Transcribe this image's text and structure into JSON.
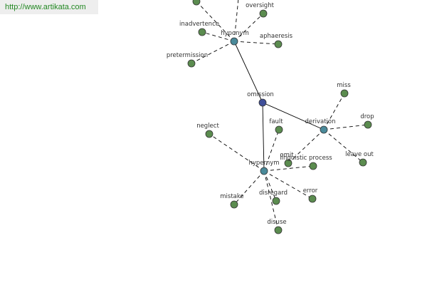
{
  "url": "http://www.artikata.com",
  "colors": {
    "background": "#ffffff",
    "url_bar_bg": "#eeeeee",
    "url_text": "#228822",
    "node_leaf": "#5b8c4f",
    "node_relation": "#4a8a9a",
    "node_center": "#3f4f99",
    "edge": "#000000"
  },
  "graph": {
    "center": "omission",
    "relations": [
      "hyponym",
      "derivation",
      "hypernym"
    ],
    "nodes": [
      {
        "id": "omission",
        "label": "omission",
        "kind": "center"
      },
      {
        "id": "hyponym",
        "label": "hyponym",
        "kind": "relation"
      },
      {
        "id": "derivation",
        "label": "derivation",
        "kind": "relation"
      },
      {
        "id": "hypernym",
        "label": "hypernym",
        "kind": "relation"
      },
      {
        "id": "oversight",
        "label": "oversight",
        "kind": "leaf"
      },
      {
        "id": "inadvertence",
        "label": "inadvertence",
        "kind": "leaf"
      },
      {
        "id": "aphaeresis",
        "label": "aphaeresis",
        "kind": "leaf"
      },
      {
        "id": "pretermission",
        "label": "pretermission",
        "kind": "leaf"
      },
      {
        "id": "offscreen-1",
        "label": "",
        "kind": "leaf"
      },
      {
        "id": "offscreen-2",
        "label": "",
        "kind": "leaf"
      },
      {
        "id": "miss",
        "label": "miss",
        "kind": "leaf"
      },
      {
        "id": "drop",
        "label": "drop",
        "kind": "leaf"
      },
      {
        "id": "leave-out",
        "label": "leave out",
        "kind": "leaf"
      },
      {
        "id": "omit",
        "label": "omit",
        "kind": "leaf"
      },
      {
        "id": "neglect",
        "label": "neglect",
        "kind": "leaf"
      },
      {
        "id": "fault",
        "label": "fault",
        "kind": "leaf"
      },
      {
        "id": "linguistic-process",
        "label": "linguistic process",
        "kind": "leaf"
      },
      {
        "id": "mistake",
        "label": "mistake",
        "kind": "leaf"
      },
      {
        "id": "disregard",
        "label": "disregard",
        "kind": "leaf"
      },
      {
        "id": "error",
        "label": "error",
        "kind": "leaf"
      },
      {
        "id": "disuse",
        "label": "disuse",
        "kind": "leaf"
      }
    ],
    "edges": [
      {
        "from": "omission",
        "to": "hyponym",
        "style": "solid"
      },
      {
        "from": "omission",
        "to": "derivation",
        "style": "solid"
      },
      {
        "from": "omission",
        "to": "hypernym",
        "style": "solid"
      },
      {
        "from": "hyponym",
        "to": "oversight",
        "style": "dashed"
      },
      {
        "from": "hyponym",
        "to": "inadvertence",
        "style": "dashed"
      },
      {
        "from": "hyponym",
        "to": "aphaeresis",
        "style": "dashed"
      },
      {
        "from": "hyponym",
        "to": "pretermission",
        "style": "dashed"
      },
      {
        "from": "hyponym",
        "to": "offscreen-1",
        "style": "dashed"
      },
      {
        "from": "hyponym",
        "to": "offscreen-2",
        "style": "dashed"
      },
      {
        "from": "derivation",
        "to": "miss",
        "style": "dashed"
      },
      {
        "from": "derivation",
        "to": "drop",
        "style": "dashed"
      },
      {
        "from": "derivation",
        "to": "leave-out",
        "style": "dashed"
      },
      {
        "from": "derivation",
        "to": "omit",
        "style": "dashed"
      },
      {
        "from": "hypernym",
        "to": "neglect",
        "style": "dashed"
      },
      {
        "from": "hypernym",
        "to": "fault",
        "style": "dashed"
      },
      {
        "from": "hypernym",
        "to": "linguistic-process",
        "style": "dashed"
      },
      {
        "from": "hypernym",
        "to": "mistake",
        "style": "dashed"
      },
      {
        "from": "hypernym",
        "to": "disregard",
        "style": "dashed"
      },
      {
        "from": "hypernym",
        "to": "error",
        "style": "dashed"
      },
      {
        "from": "hypernym",
        "to": "disuse",
        "style": "dashed"
      }
    ]
  }
}
